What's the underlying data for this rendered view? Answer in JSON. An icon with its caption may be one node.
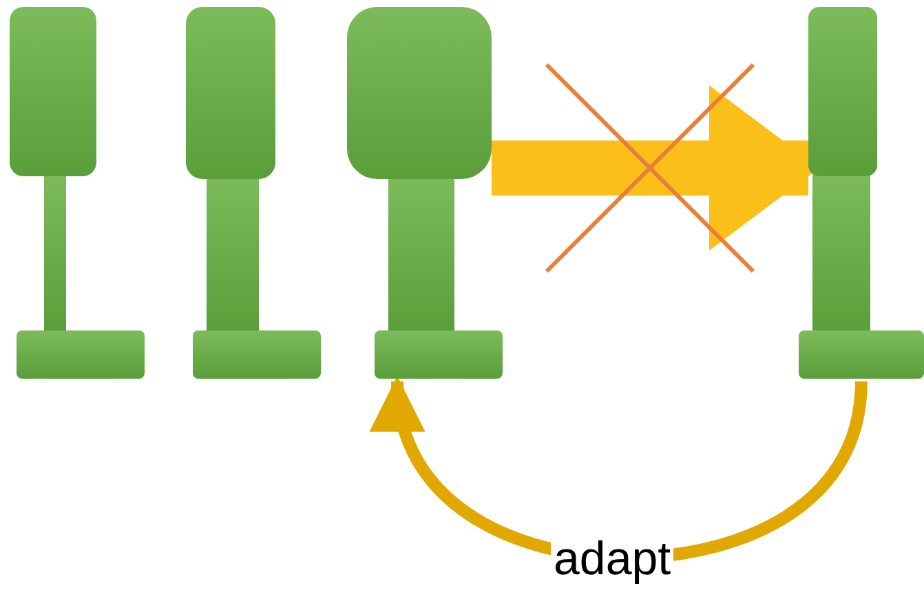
{
  "diagram": {
    "nodes": [
      {
        "text": [],
        "shape": "picture"
      },
      {
        "text": [],
        "shape": "picture"
      },
      {
        "text": [],
        "shape": "picture"
      },
      {
        "text": [],
        "shape": "picture"
      }
    ],
    "edges": [
      {
        "from": 2,
        "to": 3,
        "arrow": "to",
        "style": "thick"
      },
      {
        "from": 3,
        "to": 2,
        "arrow": "to",
        "label": "adapt"
      }
    ]
  }
}
